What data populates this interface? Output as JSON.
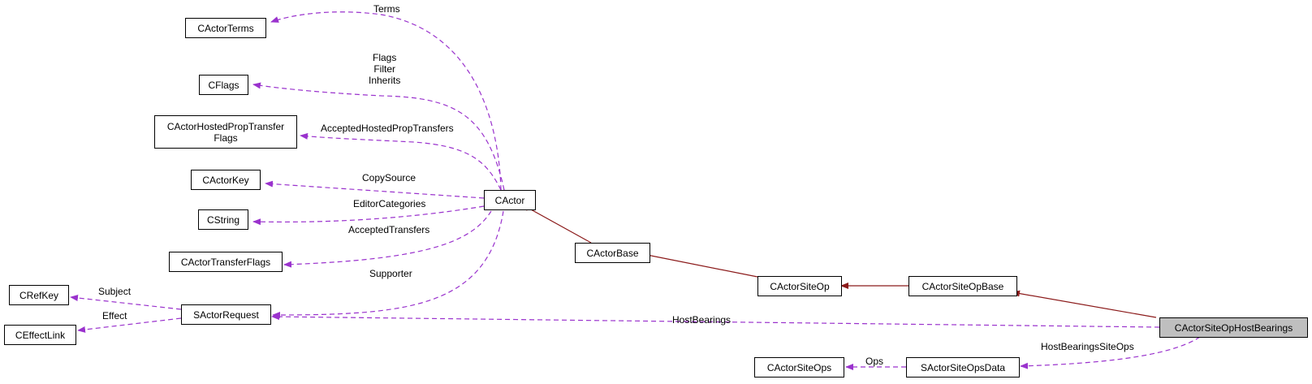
{
  "nodes": {
    "cactor_terms": "CActorTerms",
    "cflags": "CFlags",
    "cactor_hosted_prop_transfer_flags": "CActorHostedPropTransfer\nFlags",
    "cactor_key": "CActorKey",
    "cstring": "CString",
    "cactor_transfer_flags": "CActorTransferFlags",
    "cref_key": "CRefKey",
    "ceffect_link": "CEffectLink",
    "sactor_request": "SActorRequest",
    "cactor": "CActor",
    "cactor_base": "CActorBase",
    "cactor_site_op": "CActorSiteOp",
    "cactor_site_op_base": "CActorSiteOpBase",
    "cactor_site_op_host_bearings": "CActorSiteOpHostBearings",
    "cactor_site_ops": "CActorSiteOps",
    "sactor_site_ops_data": "SActorSiteOpsData"
  },
  "edge_labels": {
    "terms": "Terms",
    "flags_filter_inherits": "Flags\nFilter\nInherits",
    "accepted_hosted_prop_transfers": "AcceptedHostedPropTransfers",
    "copy_source": "CopySource",
    "editor_categories": "EditorCategories",
    "accepted_transfers": "AcceptedTransfers",
    "supporter": "Supporter",
    "subject": "Subject",
    "effect": "Effect",
    "host_bearings": "HostBearings",
    "host_bearings_site_ops": "HostBearingsSiteOps",
    "ops": "Ops"
  },
  "colors": {
    "inheritance_edge": "#8b1a1a",
    "usage_edge": "#9a32cd",
    "focus_node_fill": "#bfbfbf"
  }
}
